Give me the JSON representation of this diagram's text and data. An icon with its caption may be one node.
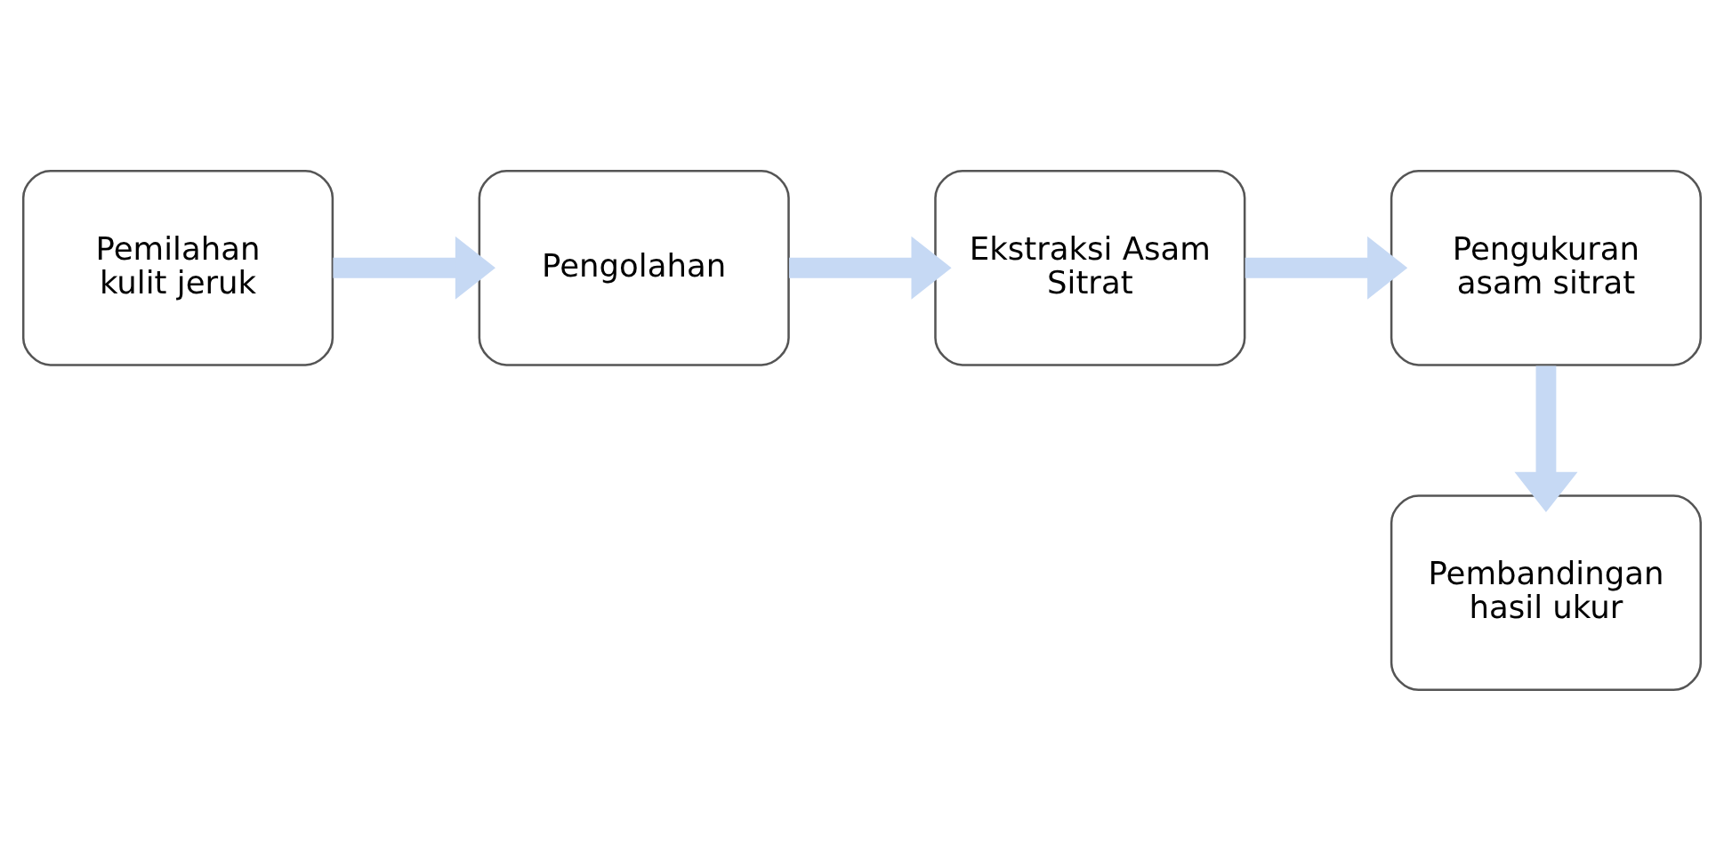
{
  "diagram": {
    "nodes": [
      {
        "text": [
          "Pemilahan kulit jeruk"
        ]
      },
      {
        "text": [
          "Pengolahan"
        ]
      },
      {
        "text": [
          "Ekstraksi Asam Sitrat"
        ]
      },
      {
        "text": [
          "Pengukuran asam sitrat"
        ]
      },
      {
        "text": [
          "Pembandingan hasil ukur"
        ]
      }
    ],
    "edges": [
      {
        "from": 0,
        "to": 1,
        "arrow": "to"
      },
      {
        "from": 1,
        "to": 2,
        "arrow": "to"
      },
      {
        "from": 2,
        "to": 3,
        "arrow": "to"
      },
      {
        "from": 3,
        "to": 4,
        "arrow": "to"
      }
    ]
  }
}
